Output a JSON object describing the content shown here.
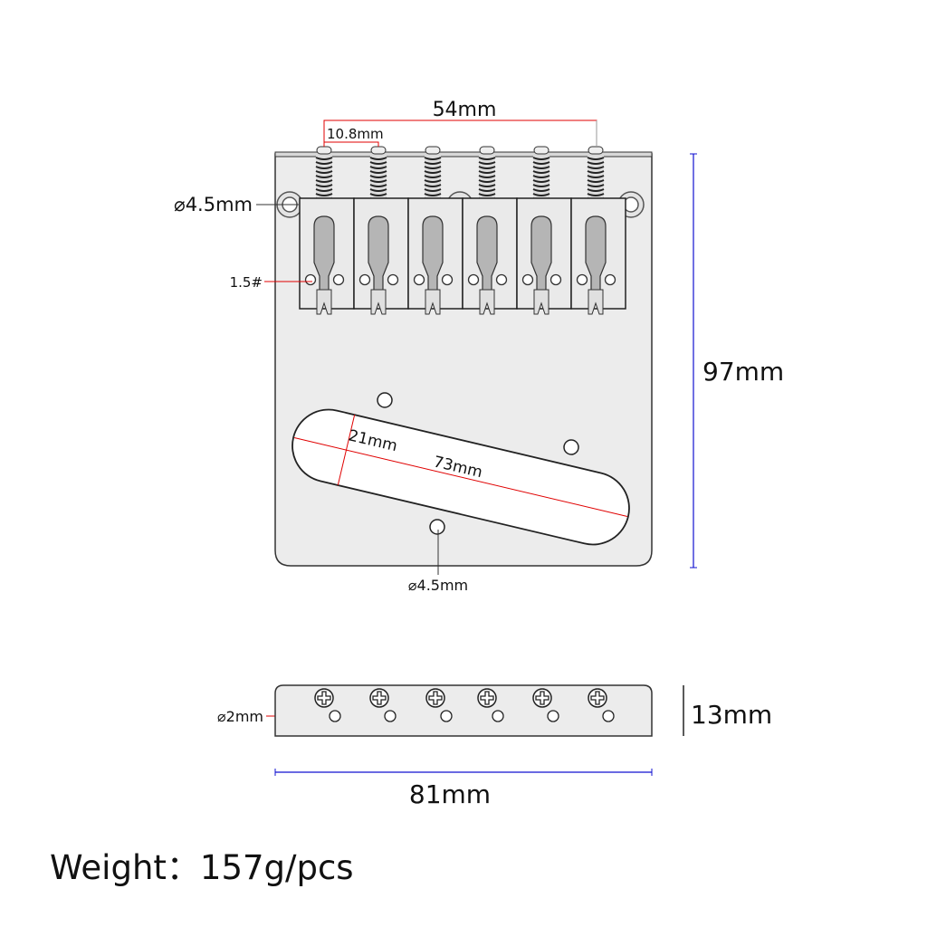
{
  "dimensions": {
    "string_spacing_total": "54mm",
    "string_spacing": "10.8mm",
    "mount_hole_top": "⌀4.5mm",
    "saddle_screw": "1.5#",
    "plate_length": "97mm",
    "slot_width": "21mm",
    "slot_length": "73mm",
    "mount_hole_bottom": "⌀4.5mm",
    "string_hole": "⌀2mm",
    "side_height": "13mm",
    "plate_width": "81mm"
  },
  "weight": "Weight：157g/pcs",
  "colors": {
    "dimension_red": "#e00000",
    "dimension_blue": "#1010d0",
    "plate": "#ececec",
    "saddle_spring": "#b5b5b5"
  }
}
